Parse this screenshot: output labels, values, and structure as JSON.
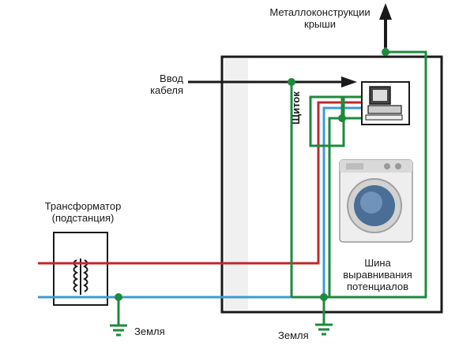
{
  "labels": {
    "roof_metal": "Металлоконструкции",
    "roof_metal_2": "крыши",
    "cable_in": "Ввод",
    "cable_in_2": "кабеля",
    "panel": "Щиток",
    "transformer": "Трансформатор",
    "transformer_2": "(подстанция)",
    "bus": "Шина",
    "bus_2": "выравнивания",
    "bus_3": "потенциалов",
    "ground_left": "Земля",
    "ground_right": "Земля"
  },
  "colors": {
    "phase": "#c0282b",
    "neutral": "#3d9bd4",
    "protective_earth": "#1e8a3c",
    "outline": "#1a1a1a"
  },
  "icons": [
    "computer-icon",
    "washing-machine-icon",
    "transformer-coil-icon",
    "ground-symbol-icon"
  ]
}
